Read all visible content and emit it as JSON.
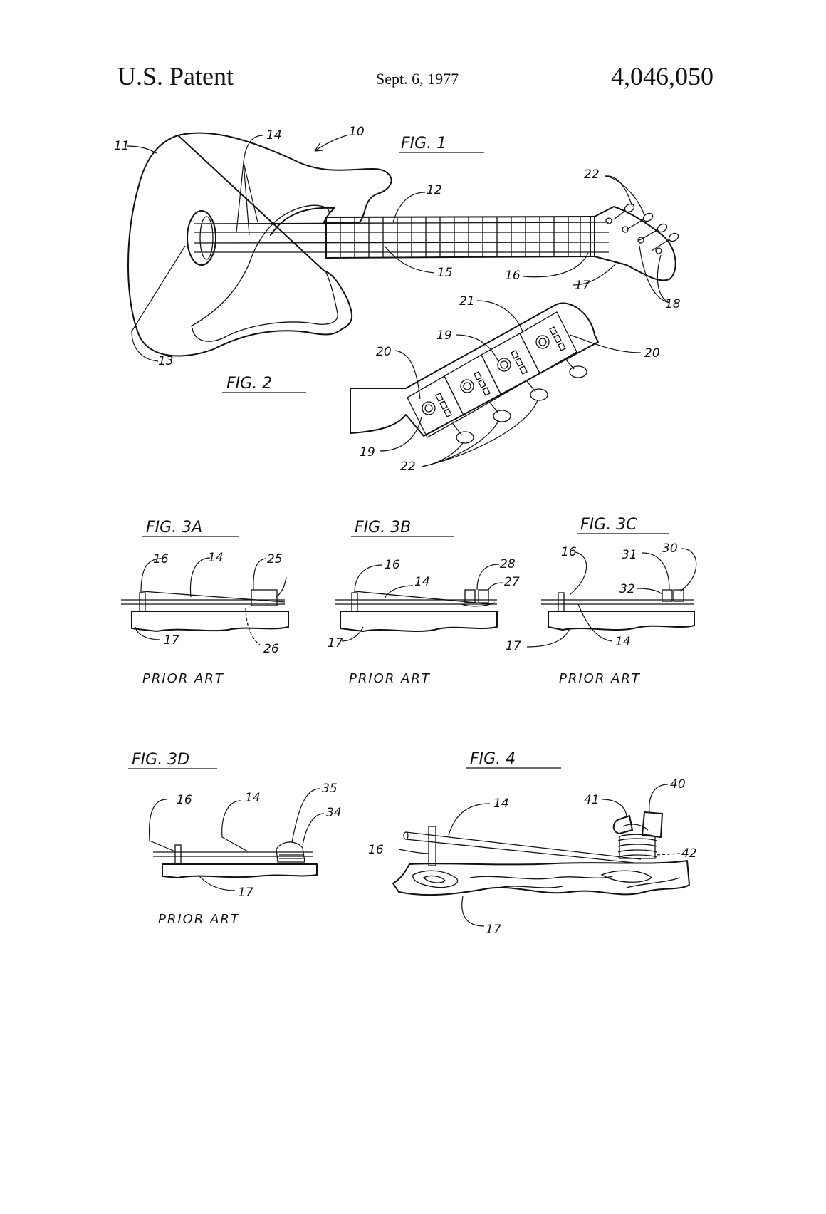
{
  "header": {
    "left": "U.S. Patent",
    "date": "Sept. 6, 1977",
    "number": "4,046,050"
  },
  "figures": {
    "fig1": "FIG. 1",
    "fig2": "FIG. 2",
    "fig3a": "FIG. 3A",
    "fig3b": "FIG. 3B",
    "fig3c": "FIG. 3C",
    "fig3d": "FIG. 3D",
    "fig4": "FIG. 4"
  },
  "prior_art": "PRIOR ART",
  "refs": {
    "r10": "10",
    "r11": "11",
    "r12": "12",
    "r13": "13",
    "r14": "14",
    "r15": "15",
    "r16": "16",
    "r17": "17",
    "r18": "18",
    "r19": "19",
    "r20": "20",
    "r21": "21",
    "r22": "22",
    "r25": "25",
    "r26": "26",
    "r27": "27",
    "r28": "28",
    "r30": "30",
    "r31": "31",
    "r32": "32",
    "r34": "34",
    "r35": "35",
    "r40": "40",
    "r41": "41",
    "r42": "42"
  }
}
